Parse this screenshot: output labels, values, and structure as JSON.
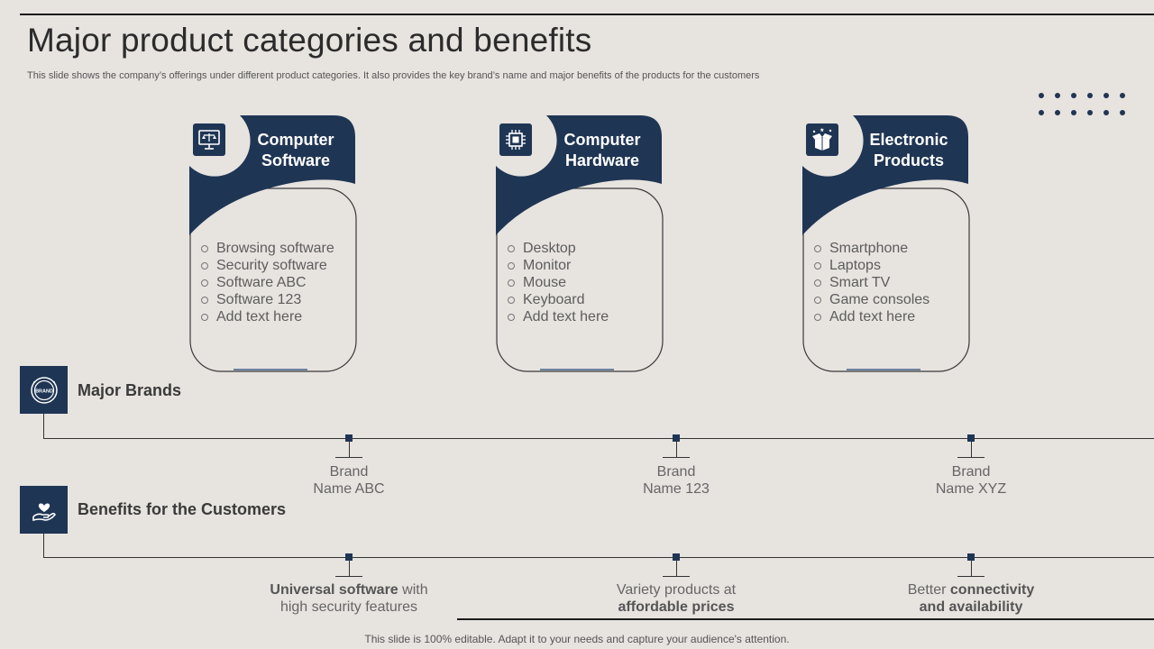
{
  "header": {
    "title": "Major product categories and benefits",
    "subtitle": "This slide shows the company’s offerings under different product categories. It also provides the key brand’s name and major benefits of the products for the customers"
  },
  "colors": {
    "accent": "#1f3554",
    "background": "#e7e3df"
  },
  "categories": [
    {
      "title_line1": "Computer",
      "title_line2": "Software",
      "icon": "scales-monitor-icon",
      "items": [
        "Browsing software",
        "Security software",
        "Software ABC",
        "Software 123",
        "Add text here"
      ]
    },
    {
      "title_line1": "Computer",
      "title_line2": "Hardware",
      "icon": "chip-icon",
      "items": [
        "Desktop",
        "Monitor",
        "Mouse",
        "Keyboard",
        "Add text here"
      ]
    },
    {
      "title_line1": "Electronic",
      "title_line2": "Products",
      "icon": "open-box-icon",
      "items": [
        "Smartphone",
        "Laptops",
        "Smart TV",
        "Game consoles",
        "Add text here"
      ]
    }
  ],
  "brands": {
    "label": "Major Brands",
    "icon": "brand-badge-icon",
    "items": [
      {
        "line1": "Brand",
        "line2": "Name ABC"
      },
      {
        "line1": "Brand",
        "line2": "Name 123"
      },
      {
        "line1": "Brand",
        "line2": "Name XYZ"
      }
    ]
  },
  "benefits": {
    "label": "Benefits for the Customers",
    "icon": "hand-heart-icon",
    "items": [
      {
        "bold": "Universal software",
        "rest": " with",
        "line2": "high security features"
      },
      {
        "line1": "Variety products at",
        "bold2": "affordable prices"
      },
      {
        "pre": "Better ",
        "bold": "connectivity",
        "bold2": "and availability"
      }
    ]
  },
  "footer": "This slide is 100% editable. Adapt it to your needs and capture your audience's attention."
}
